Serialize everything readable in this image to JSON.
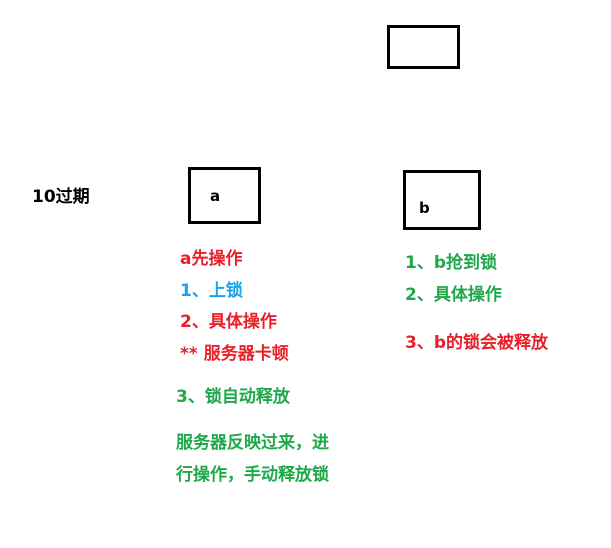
{
  "colors": {
    "red": "#e8202a",
    "blue": "#1aa3e8",
    "green": "#1fa84a",
    "black": "#000000"
  },
  "expiry_label": "10过期",
  "box_a": {
    "label": "a"
  },
  "box_b": {
    "label": "b"
  },
  "box_top": {
    "label": ""
  },
  "a_steps": {
    "header": "a先操作",
    "step1": "1、上锁",
    "step2": "2、具体操作",
    "note": "** 服务器卡顿",
    "step3": "3、锁自动释放",
    "followup_line1": "服务器反映过来，进",
    "followup_line2": "行操作，手动释放锁"
  },
  "b_steps": {
    "step1": "1、b抢到锁",
    "step2": "2、具体操作",
    "step3": "3、b的锁会被释放"
  }
}
